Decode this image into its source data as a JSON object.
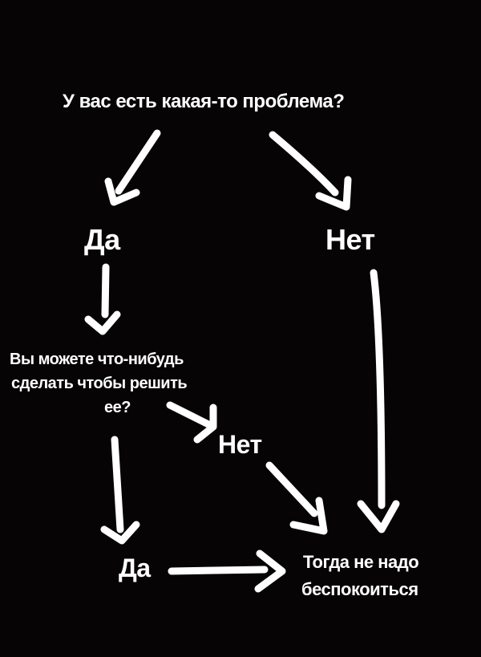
{
  "diagram": {
    "question1": "У вас есть какая-то проблема?",
    "yes1": "Да",
    "no1": "Нет",
    "question2_line1": "Вы можете что-нибудь",
    "question2_line2": "сделать чтобы решить",
    "question2_line3": "ее?",
    "no2": "Нет",
    "yes2": "Да",
    "result_line1": "Тогда не надо",
    "result_line2": "беспокоиться",
    "colors": {
      "background": "#060404",
      "foreground": "#ffffff"
    }
  }
}
